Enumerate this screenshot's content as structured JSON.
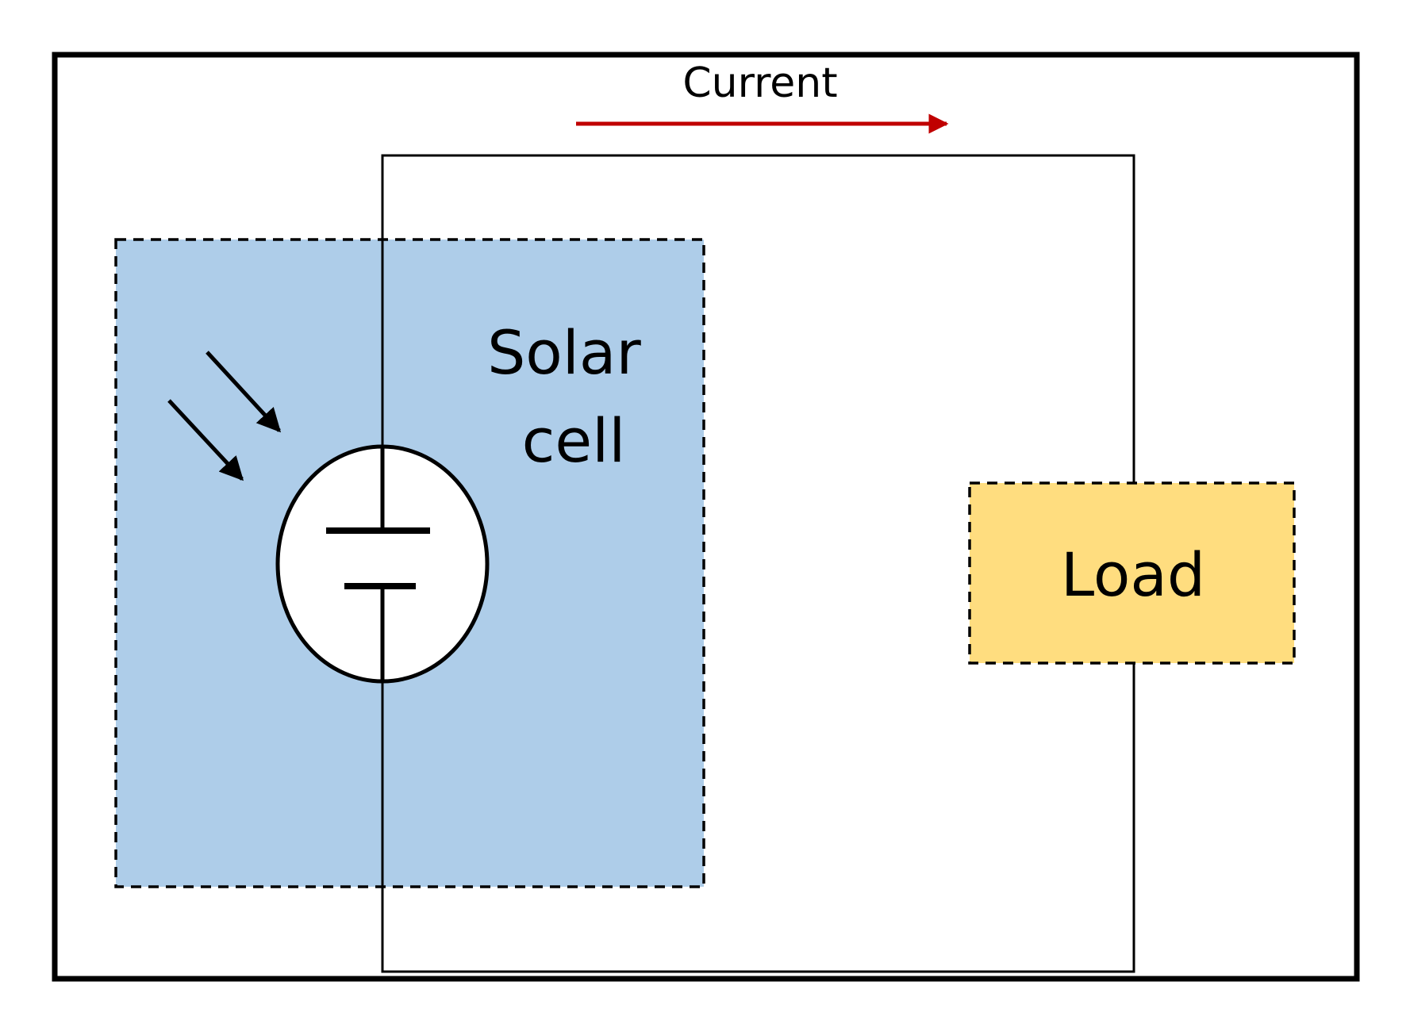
{
  "current_label": "Current",
  "solar_cell": {
    "label_line1": "Solar",
    "label_line2": "cell"
  },
  "load": {
    "label": "Load"
  },
  "colors": {
    "frame": "#000000",
    "wire": "#000000",
    "current_arrow": "#c00000",
    "solar_fill": "#aecde9",
    "load_fill": "#ffdd7f",
    "light_rays": "#000000"
  },
  "icons": {
    "light_rays": "sunlight-rays-icon",
    "cell_symbol": "dc-voltage-source-icon",
    "current_arrow": "arrow-right-icon"
  }
}
